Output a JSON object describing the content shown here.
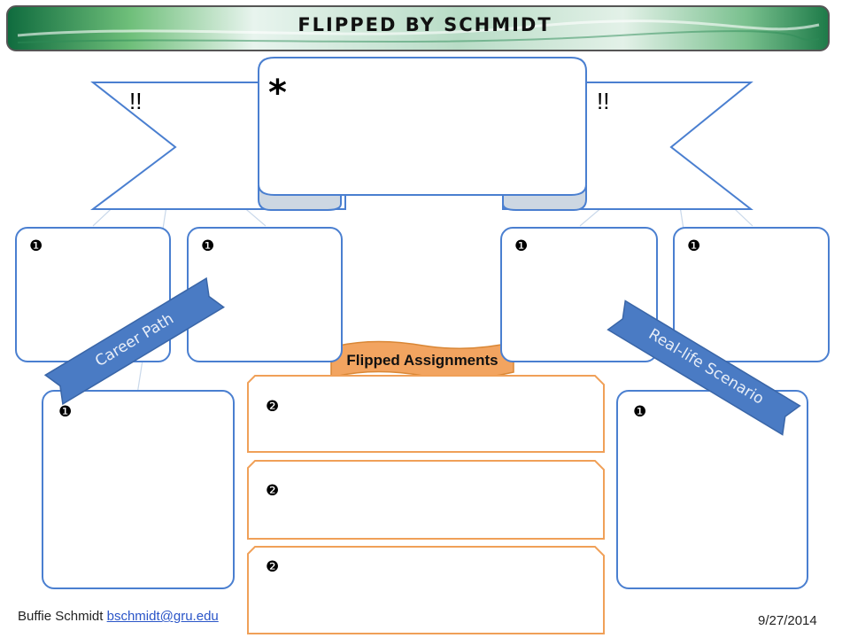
{
  "header": {
    "title": "FLIPPED BY SCHMIDT"
  },
  "banner": {
    "star": "*",
    "left_mark": "!!",
    "right_mark": "!!"
  },
  "top_boxes": [
    {
      "marker": "❶"
    },
    {
      "marker": "❶"
    },
    {
      "marker": "❶"
    },
    {
      "marker": "❶"
    }
  ],
  "lower_boxes": [
    {
      "marker": "❶"
    },
    {
      "marker": "❶"
    }
  ],
  "ribbons": {
    "left": "Career Path",
    "right": "Real-life Scenario"
  },
  "flipped": {
    "title": "Flipped Assignments",
    "items": [
      {
        "marker": "❷"
      },
      {
        "marker": "❷"
      },
      {
        "marker": "❷"
      }
    ]
  },
  "footer": {
    "author": "Buffie Schmidt",
    "email": "bschmidt@gru.edu",
    "date": "9/27/2014"
  },
  "colors": {
    "blue_outline": "#4a7fd0",
    "ribbon_blue": "#4a7bc4",
    "orange": "#f2a460",
    "header_green": "#2e8b57"
  }
}
